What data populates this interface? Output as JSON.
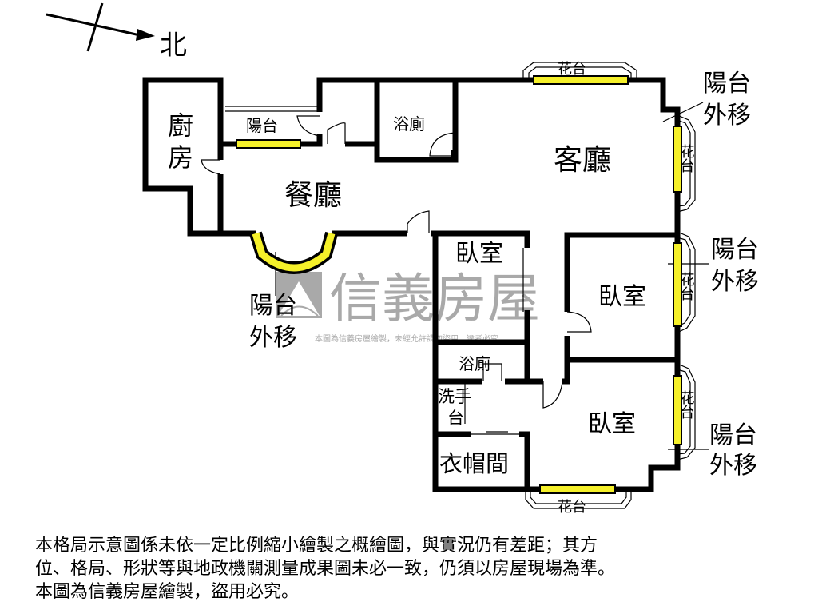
{
  "compass": {
    "north_label": "北"
  },
  "rooms": {
    "kitchen": [
      "廚",
      "房"
    ],
    "balcony_small": "陽台",
    "bath_top": "浴廁",
    "dining": "餐廳",
    "living": "客廳",
    "bedroom_left": "臥室",
    "bedroom_right": "臥室",
    "bedroom_bottom": "臥室",
    "bath_mid": "浴廁",
    "washbasin": [
      "洗手",
      "台"
    ],
    "closet": "衣帽間",
    "planter_top": "花台",
    "planter_bottom": "花台",
    "planter_right1": "花台",
    "planter_right2": "花台",
    "planter_right3": "花台"
  },
  "annotations": {
    "balcony_moved_top": [
      "陽台",
      "外移"
    ],
    "balcony_moved_mid": [
      "陽台",
      "外移"
    ],
    "balcony_moved_bottom": [
      "陽台",
      "外移"
    ],
    "balcony_moved_dining": [
      "陽台",
      "外移"
    ]
  },
  "watermark": {
    "brand": "信義房屋",
    "notice": "本圖為信義房屋繪製，未經允許請勿盜用，違者必究"
  },
  "disclaimer": [
    "本格局示意圖係未依一定比例縮小繪製之概繪圖，與實況仍有差距；其方",
    "位、格局、形狀等與地政機關測量成果圖未必一致，仍須以房屋現場為準。",
    "本圖為信義房屋繪製，盜用必究。"
  ],
  "colors": {
    "window": "#f5f02a",
    "wall": "#000000",
    "watermark": "#a9a9a9"
  }
}
